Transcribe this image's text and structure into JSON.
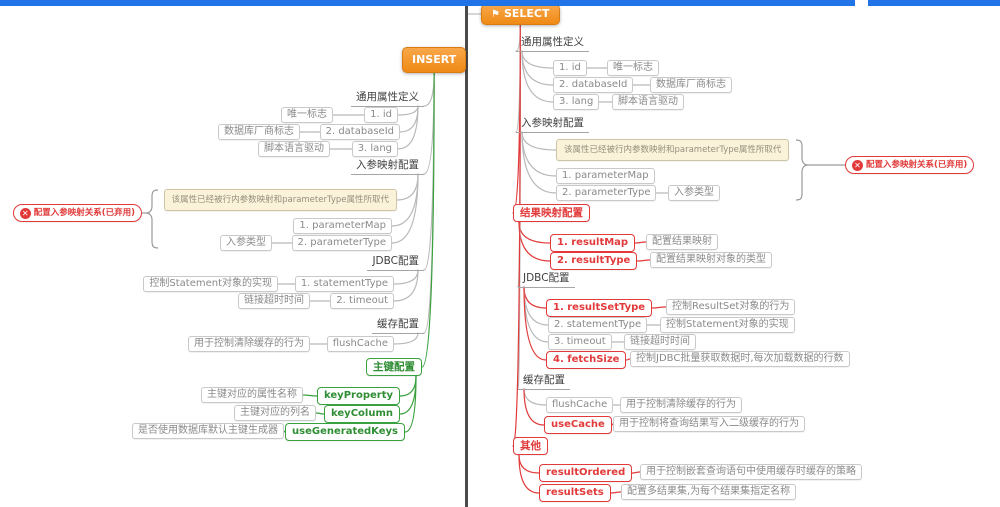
{
  "window": {
    "top_bar_color": "#2173e8",
    "spine_color": "#4a4a4a"
  },
  "palette": {
    "orange": "#ef8a15",
    "red": "#e23a3a",
    "green": "#3aa13f",
    "line_gray": "#b9b9b9"
  },
  "insert": {
    "root": "INSERT",
    "common": {
      "label": "通用属性定义",
      "items": [
        {
          "name": "1. id",
          "desc": "唯一标志"
        },
        {
          "name": "2. databaseId",
          "desc": "数据库厂商标志"
        },
        {
          "name": "3. lang",
          "desc": "脚本语言驱动"
        }
      ]
    },
    "param": {
      "label": "入参映射配置",
      "note": "该属性已经被行内参数映射和parameterType属性所取代",
      "map": {
        "name": "1. parameterMap",
        "deprecated": "配置入参映射关系(已弃用)"
      },
      "type": {
        "name": "2. parameterType",
        "desc": "入参类型"
      }
    },
    "jdbc": {
      "label": "JDBC配置",
      "items": [
        {
          "name": "1. statementType",
          "desc": "控制Statement对象的实现"
        },
        {
          "name": "2. timeout",
          "desc": "链接超时时间"
        }
      ]
    },
    "cache": {
      "label": "缓存配置",
      "items": [
        {
          "name": "flushCache",
          "desc": "用于控制清除缓存的行为"
        }
      ]
    },
    "key": {
      "label": "主键配置",
      "items": [
        {
          "name": "keyProperty",
          "desc": "主键对应的属性名称"
        },
        {
          "name": "keyColumn",
          "desc": "主键对应的列名"
        },
        {
          "name": "useGeneratedKeys",
          "desc": "是否使用数据库默认主键生成器"
        }
      ]
    }
  },
  "select": {
    "root": "SELECT",
    "common": {
      "label": "通用属性定义",
      "items": [
        {
          "name": "1. id",
          "desc": "唯一标志"
        },
        {
          "name": "2. databaseId",
          "desc": "数据库厂商标志"
        },
        {
          "name": "3. lang",
          "desc": "脚本语言驱动"
        }
      ]
    },
    "param": {
      "label": "入参映射配置",
      "note": "该属性已经被行内参数映射和parameterType属性所取代",
      "map": {
        "name": "1. parameterMap",
        "deprecated": "配置入参映射关系(已弃用)"
      },
      "type": {
        "name": "2. parameterType",
        "desc": "入参类型"
      }
    },
    "result": {
      "label": "结果映射配置",
      "items": [
        {
          "name": "1. resultMap",
          "desc": "配置结果映射"
        },
        {
          "name": "2. resultType",
          "desc": "配置结果映射对象的类型"
        }
      ]
    },
    "jdbc": {
      "label": "JDBC配置",
      "items": [
        {
          "name": "1. resultSetType",
          "desc": "控制ResultSet对象的行为"
        },
        {
          "name": "2. statementType",
          "desc": "控制Statement对象的实现"
        },
        {
          "name": "3. timeout",
          "desc": "链接超时时间"
        },
        {
          "name": "4. fetchSize",
          "desc": "控制JDBC批量获取数据时,每次加载数据的行数"
        }
      ]
    },
    "cache": {
      "label": "缓存配置",
      "items": [
        {
          "name": "flushCache",
          "desc": "用于控制清除缓存的行为"
        },
        {
          "name": "useCache",
          "desc": "用于控制将查询结果写入二级缓存的行为"
        }
      ]
    },
    "other": {
      "label": "其他",
      "items": [
        {
          "name": "resultOrdered",
          "desc": "用于控制嵌套查询语句中使用缓存时缓存的策略"
        },
        {
          "name": "resultSets",
          "desc": "配置多结果集,为每个结果集指定名称"
        }
      ]
    }
  }
}
